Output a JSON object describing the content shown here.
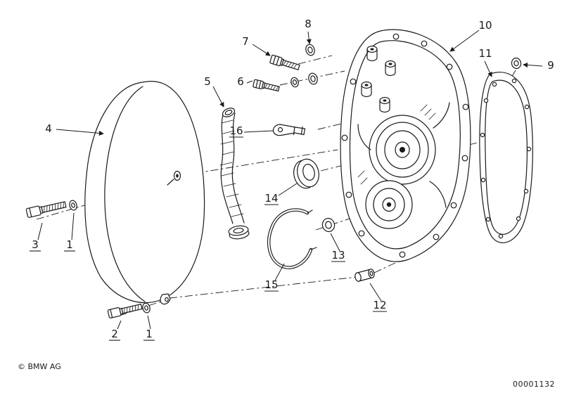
{
  "page": {
    "background": "#ffffff",
    "line_color": "#1a1a1a"
  },
  "footer": {
    "copyright": "© BMW AG",
    "document_number": "00001132"
  },
  "callouts": {
    "washer_cover_upper": {
      "label": "1"
    },
    "washer_cover_lower": {
      "label": "1"
    },
    "bolt_cover_lower": {
      "label": "2"
    },
    "bolt_cover_upper": {
      "label": "3"
    },
    "outer_cover": {
      "label": "4"
    },
    "hose": {
      "label": "5"
    },
    "bolt_mid": {
      "label": "6"
    },
    "bolt_top": {
      "label": "7"
    },
    "washer_top": {
      "label": "8"
    },
    "washer_gasket": {
      "label": "9"
    },
    "inner_cover": {
      "label": "10"
    },
    "gasket": {
      "label": "11"
    },
    "bushing": {
      "label": "12"
    },
    "nut": {
      "label": "13"
    },
    "seal": {
      "label": "14"
    },
    "circlip": {
      "label": "15"
    },
    "bracket": {
      "label": "16"
    }
  }
}
